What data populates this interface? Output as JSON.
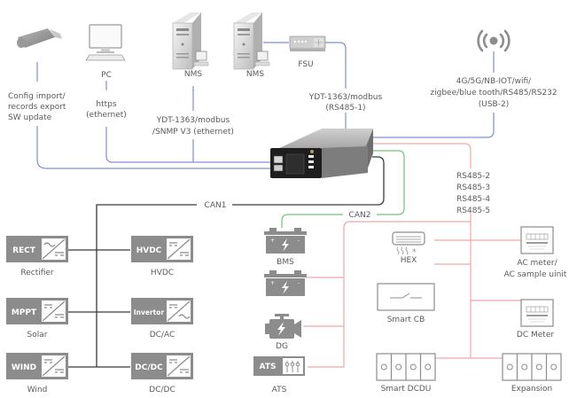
{
  "diagram": {
    "colors": {
      "ethernet_line": "#7f8fd0",
      "can1_line": "#3a3a3a",
      "can2_line": "#6fc47a",
      "rs485_line": "#f0a8a8",
      "icon_gray": "#8c8c8c",
      "text": "#5a5a5a"
    },
    "top": {
      "usb": {
        "icon": "usb-stick-icon",
        "label_lines": [
          "Config import/",
          "records export",
          "SW update"
        ]
      },
      "pc": {
        "icon": "pc-icon",
        "label": "PC",
        "protocol_lines": [
          "https",
          "(ethernet)"
        ]
      },
      "nms1": {
        "icon": "server-icon",
        "label": "NMS"
      },
      "nms2": {
        "icon": "server-icon",
        "label": "NMS"
      },
      "nms_protocol_lines": [
        "YDT-1363/modbus",
        "/SNMP V3 (ethernet)"
      ],
      "fsu": {
        "icon": "fsu-device-icon",
        "label": "FSU",
        "protocol_lines": [
          "YDT-1363/modbus",
          "(RS485-1)"
        ]
      },
      "wireless": {
        "icon": "wireless-antenna-icon",
        "label_lines": [
          "4G/5G/NB-IOT/wifi/",
          "zigbee/blue tooth/RS485/RS232",
          "(USB-2)"
        ]
      }
    },
    "controller": {
      "icon": "controller-unit-icon"
    },
    "bus_labels": {
      "can1": "CAN1",
      "can2": "CAN2",
      "rs485": [
        "RS485-2",
        "RS485-3",
        "RS485-4",
        "RS485-5"
      ]
    },
    "can1_modules": [
      {
        "code": "RECT",
        "label": "Rectifier",
        "glyph": "ac-dc"
      },
      {
        "code": "MPPT",
        "label": "Solar",
        "glyph": "dc-dc"
      },
      {
        "code": "WIND",
        "label": "Wind",
        "glyph": "dc-dc"
      },
      {
        "code": "HVDC",
        "label": "HVDC",
        "glyph": "dc-dc"
      },
      {
        "code": "Invertor",
        "label": "DC/AC",
        "glyph": "dc-ac"
      },
      {
        "code": "DC/DC",
        "label": "DC/DC",
        "glyph": "dc-dc"
      }
    ],
    "left_devices": [
      {
        "icon": "battery-icon",
        "label": "BMS"
      },
      {
        "icon": "battery-icon",
        "label": ""
      },
      {
        "icon": "engine-icon",
        "label": "DG"
      },
      {
        "icon": "ats-switch-icon",
        "code": "ATS",
        "label": "ATS"
      }
    ],
    "center_devices": [
      {
        "icon": "heat-exchanger-icon",
        "label": "HEX"
      },
      {
        "icon": "circuit-breaker-icon",
        "label": "Smart CB"
      },
      {
        "icon": "dcdu-icon",
        "label": "Smart DCDU"
      }
    ],
    "right_devices": [
      {
        "icon": "meter-icon",
        "label_lines": [
          "AC meter/",
          "AC sample uinit"
        ]
      },
      {
        "icon": "meter-icon",
        "label_lines": [
          "DC Meter"
        ]
      },
      {
        "icon": "expansion-icon",
        "label_lines": [
          "Expansion"
        ]
      }
    ]
  }
}
